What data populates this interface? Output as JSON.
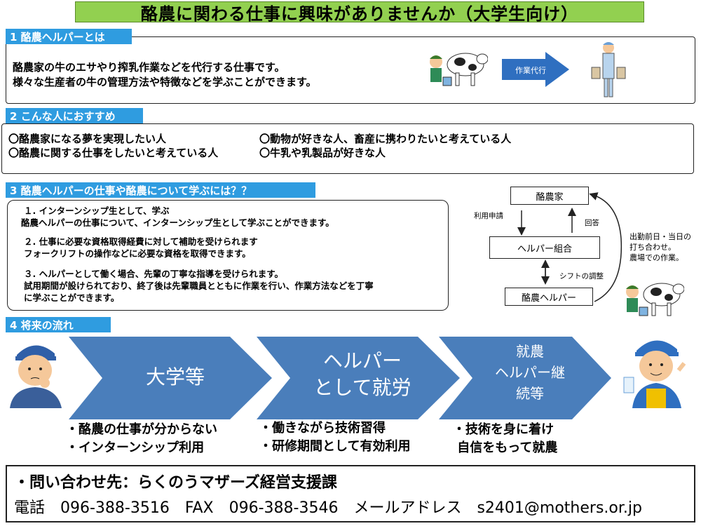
{
  "title": "酪農に関わる仕事に興味がありませんか（大学生向け）",
  "section1": {
    "heading": "1  酪農ヘルパーとは",
    "lines": [
      "酪農家の牛のエサやり搾乳作業などを代行する仕事です。",
      "様々な生産者の牛の管理方法や特徴などを学ぶことができます。"
    ],
    "arrow_label": "作業代行"
  },
  "section2": {
    "heading": "2  こんな人におすすめ",
    "items": [
      "〇酪農家になる夢を実現したい人",
      "〇動物が好きな人、畜産に携わりたいと考えている人",
      "〇酪農に関する仕事をしたいと考えている人",
      "〇牛乳や乳製品が好きな人"
    ]
  },
  "section3": {
    "heading": "3  酪農ヘルパーの仕事や酪農について学ぶには？？",
    "items": [
      {
        "title": "１. インターンシップ生として、学ぶ",
        "body": "酪農ヘルパーの仕事について、インターンシップ生として学ぶことができます。"
      },
      {
        "title": "２. 仕事に必要な資格取得経費に対して補助を受けられます",
        "body": "フォークリフトの操作などに必要な資格を取得できます。"
      },
      {
        "title": "３. ヘルパーとして働く場合、先輩の丁寧な指導を受けられます。",
        "body": "試用期間が設けられており、終了後は先輩職員とともに作業を行い、作業方法などを丁寧",
        "body2": "に学ぶことができます。"
      }
    ]
  },
  "flow": {
    "box_top": "酪農家",
    "box_mid": "ヘルパー組合",
    "box_bottom": "酪農ヘルパー",
    "label_apply": "利用申請",
    "label_answer": "回答",
    "label_shift": "シフトの調整",
    "side_note": [
      "出勤前日・当日の",
      "打ち合わせ。",
      "農場での作業。"
    ]
  },
  "section4": {
    "heading": "4  将来の流れ",
    "steps": [
      {
        "label": [
          "大学等"
        ],
        "bullets": [
          "・酪農の仕事が分からない",
          "・インターンシップ利用"
        ]
      },
      {
        "label": [
          "ヘルパー",
          "として就労"
        ],
        "bullets": [
          "・働きながら技術習得",
          "・研修期間として有効利用"
        ]
      },
      {
        "label": [
          "就農",
          "ヘルパー継",
          "続等"
        ],
        "bullets": [
          "・技術を身に着け",
          " 自信をもって就農"
        ]
      }
    ],
    "chevron_color": "#4a7ebb"
  },
  "contact": {
    "line1": "・問い合わせ先：らくのうマザーズ経営支援課",
    "line2": "電話　096-388-3516　FAX　096-388-3546　メールアドレス　s2401@mothers.or.jp"
  },
  "colors": {
    "title_bg": "#92d050",
    "tab_bg": "#2f9ce0"
  }
}
